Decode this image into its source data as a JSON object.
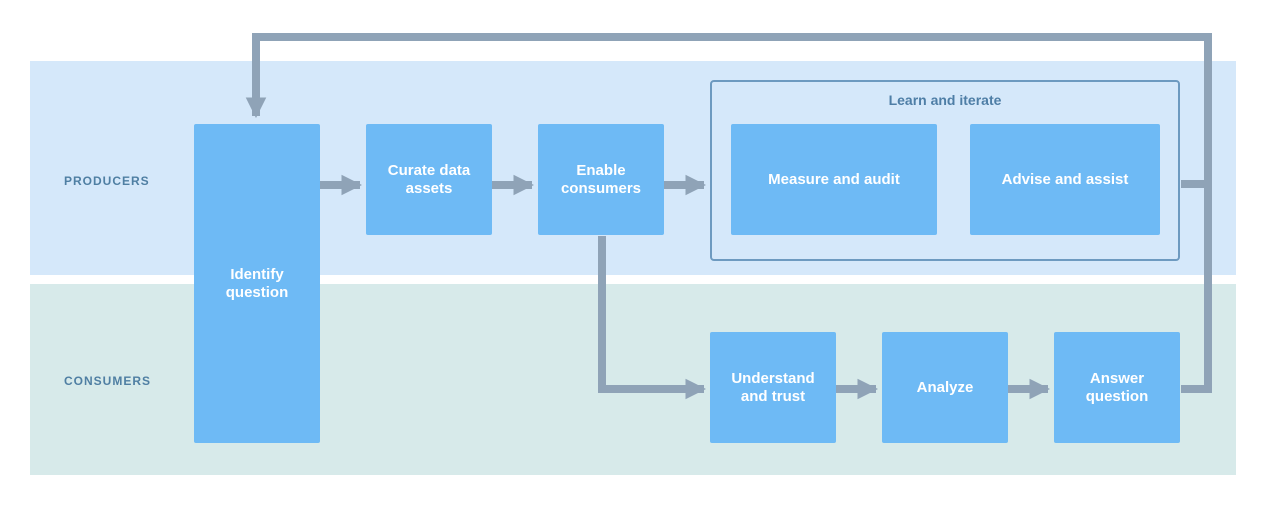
{
  "lanes": {
    "producers": "PRODUCERS",
    "consumers": "CONSUMERS"
  },
  "steps": {
    "identify": "Identify\nquestion",
    "curate": "Curate data\nassets",
    "enable": "Enable\nconsumers",
    "measure": "Measure and audit",
    "advise": "Advise and assist",
    "understand": "Understand\nand trust",
    "analyze": "Analyze",
    "answer": "Answer\nquestion"
  },
  "group": {
    "title": "Learn and iterate"
  },
  "colors": {
    "box": "#6ebaf5",
    "arrow": "#8fa3b7",
    "producers_lane": "#d5e8fa",
    "consumers_lane": "#d7eaea",
    "lane_label": "#4f7fa3"
  }
}
